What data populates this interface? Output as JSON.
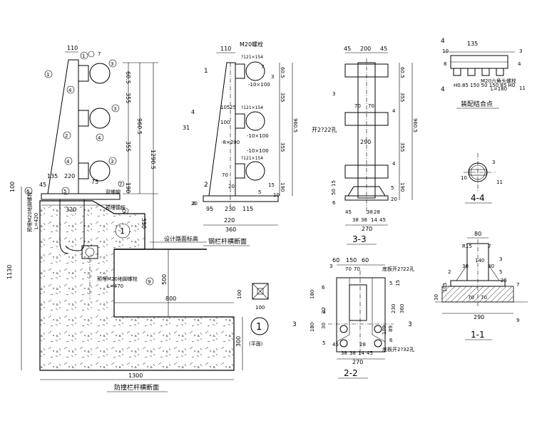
{
  "drawing": {
    "titles": {
      "main_section": "防撞栏杆横断面",
      "steel_rail_section": "钢栏杆横断面",
      "assembly_node": "装配结合点",
      "section_3_3": "3-3",
      "section_2_2": "2-2",
      "section_4_4": "4-4",
      "section_1_1": "1-1",
      "plan_mark": "(平面)",
      "detail_mark": "1"
    },
    "notes": {
      "design_road_line": "设计路面标高",
      "anchor_bolt_top": "预埋M20地脚螺栓",
      "anchor_bolt_top_len": "L=420",
      "anchor_bolt_bottom": "预埋M20地脚螺栓",
      "anchor_bolt_bottom_len": "L=470",
      "seal_weld": "双螺帽",
      "base_plate_note": "预埋钢板",
      "m20_bolt": "M20螺栓",
      "hex_bolt": "M20六角头螺栓",
      "hex_bolt_len": "L=180",
      "hole_2722": "开2?22孔",
      "bottom_hole_2722": "底板开2?22孔",
      "bottom_hole_2732": "底板开2?32孔",
      "h_dims": "H0.85 150 50 150 85 H0",
      "plate_10x100_a": "-10×100",
      "plate_10x100_b": "-10×100",
      "plate_10x100_c": "-10×100",
      "pipe_a": "?121×154",
      "pipe_b": "?121×154",
      "pipe_c": "?121×154",
      "plate_8x200": "-8×200",
      "slope_31": "31",
      "slope_4": "4"
    },
    "dims_main": {
      "top_110": "110",
      "d60_5": "60.5",
      "d355_a": "355",
      "d355_b": "355",
      "d190": "190",
      "d960_5": "960.5",
      "d1290_5": "1290.5",
      "d330": "330",
      "d100": "100",
      "d135": "135",
      "d45": "45",
      "d220": "220",
      "d75": "75",
      "d320": "320",
      "d1130": "1130",
      "d500": "500",
      "d800": "800",
      "d300": "300",
      "d1300": "1300",
      "d100_plan": "100"
    },
    "dims_rail": {
      "top_110": "110",
      "d60_5": "60.5",
      "d355_a": "355",
      "d355_b": "355",
      "d190": "190",
      "d960_5": "960.5",
      "d105": "105",
      "d25": "25",
      "d100": "100",
      "d70": "70",
      "d20": "20",
      "d95": "95",
      "d230": "230",
      "d115": "115",
      "d220": "220",
      "d360": "360",
      "d20b": "20",
      "d15": "15",
      "d10": "10"
    },
    "dims_33": {
      "d45a": "45",
      "d200": "200",
      "d45b": "45",
      "d60_5": "60.5",
      "d355_a": "355",
      "d355_b": "355",
      "d190": "190",
      "d960_5": "960.5",
      "d70a": "70",
      "d70b": "70",
      "d290": "290",
      "d15": "15",
      "d50": "50",
      "d45": "45",
      "d38a": "38",
      "d38b": "38",
      "d38c": "38",
      "d28": "28",
      "d14": "14",
      "d45c": "45",
      "d270": "270",
      "d20": "20"
    },
    "dims_22": {
      "d60a": "60",
      "d150": "150",
      "d60b": "60",
      "d70a": "70",
      "d70b": "70",
      "d180a": "180",
      "d180b": "180",
      "d22": "22",
      "d30": "30",
      "d15": "15",
      "d360": "360",
      "d230": "230",
      "d89": "89",
      "d109": "109",
      "d6": "6",
      "d45a": "45",
      "d38a": "38",
      "d38b": "38",
      "d14": "14",
      "d45b": "45",
      "d270": "270",
      "d28": "28"
    },
    "dims_assembly": {
      "d135": "135",
      "d4a": "4",
      "d4b": "4"
    },
    "dims_11": {
      "d80": "80",
      "r15": "R15",
      "d140": "140",
      "d30a": "30",
      "d30b": "30",
      "d105": "105",
      "d30c": "30",
      "d70a": "70",
      "d70b": "70",
      "d290": "290",
      "d25": "25",
      "d7": "7"
    },
    "callouts": {
      "c1": "1",
      "c2": "2",
      "c3": "3",
      "c4": "4",
      "c5": "5",
      "c6": "6",
      "c7": "7",
      "c8": "8",
      "c9": "9",
      "c10": "10",
      "c11": "11"
    },
    "section_marks": {
      "s1": "1",
      "s2": "2",
      "s3": "3",
      "s4": "4"
    }
  }
}
